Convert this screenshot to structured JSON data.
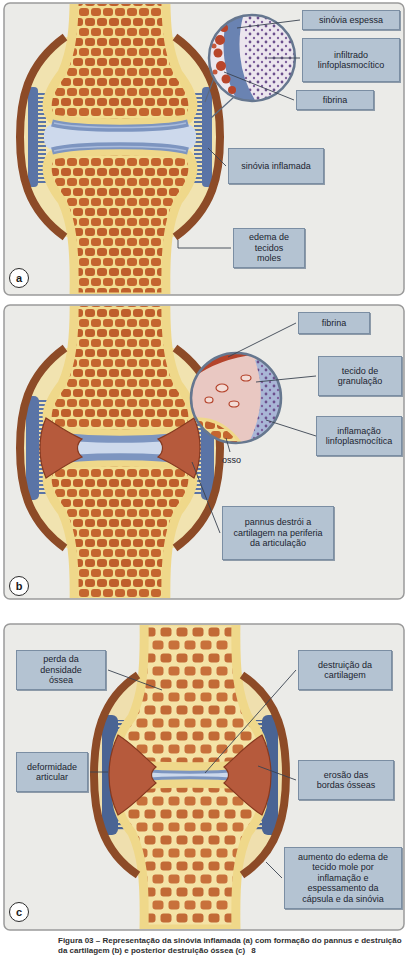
{
  "diagram": {
    "caption": "Figura 03 – Representação da sinóvia inflamada (a) com formação do pannus e destruição da cartilagem (b) e posterior destruição óssea (c)",
    "nodes": [
      {
        "text": [
          "sinóvia espessa"
        ]
      },
      {
        "text": [
          "infiltrado linfoplasmocítico"
        ]
      },
      {
        "text": [
          "fibrina"
        ]
      },
      {
        "text": [
          "sinóvia inflamada"
        ]
      },
      {
        "text": [
          "edema de tecidos moles"
        ]
      },
      {
        "text": [
          "a"
        ]
      },
      {
        "text": [
          "fibrina"
        ]
      },
      {
        "text": [
          "tecido de granulação"
        ]
      },
      {
        "text": [
          "inflamação linfoplasmocítica"
        ]
      },
      {
        "text": [
          "pannus destrói a cartilagem na periferia da articulação"
        ]
      },
      {
        "text": [
          "b"
        ]
      },
      {
        "text": [
          "perda da densidade óssea"
        ]
      },
      {
        "text": [
          "destruição da cartilagem"
        ]
      },
      {
        "text": [
          "deformidade articular"
        ]
      },
      {
        "text": [
          "erosão das bordas ósseas"
        ]
      },
      {
        "text": [
          "aumento do edema de tecido mole por inflamação e espessamento da cápsula e da sinóvia"
        ]
      },
      {
        "text": [
          "c"
        ]
      }
    ],
    "labels": [
      "osso",
      "8"
    ]
  }
}
